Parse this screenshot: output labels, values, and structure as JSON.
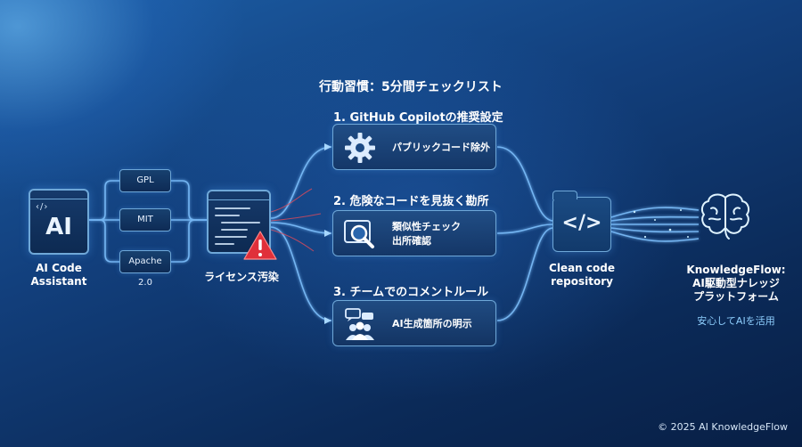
{
  "left": {
    "ai_box_label": "AI",
    "ai_caption_line1": "AI Code",
    "ai_caption_line2": "Assistant",
    "licenses": [
      "GPL",
      "MIT",
      "Apache 2.0"
    ],
    "contamination_label": "ライセンス汚染"
  },
  "checklist": {
    "heading": "行動習慣：5分間チェックリスト",
    "sections": [
      {
        "title": "1. GitHub Copilotの推奨設定",
        "icon": "gear-icon",
        "lines": [
          "パブリックコード除外"
        ]
      },
      {
        "title": "2. 危険なコードを見抜く勘所",
        "icon": "magnifier-icon",
        "lines": [
          "類似性チェック",
          "出所確認"
        ]
      },
      {
        "title": "3. チームでのコメントルール",
        "icon": "team-chat-icon",
        "lines": [
          "AI生成箇所の明示"
        ]
      }
    ]
  },
  "repository": {
    "icon_label": "</>",
    "caption_line1": "Clean code",
    "caption_line2": "repository"
  },
  "platform": {
    "title_line1": "KnowledgeFlow:",
    "title_line2": "AI駆動型ナレッジ",
    "title_line3": "プラットフォーム",
    "subtitle": "安心してAIを活用"
  },
  "footer": {
    "copyright": "© 2025 AI KnowledgeFlow"
  },
  "colors": {
    "line": "#7fc2ff",
    "panel_border": "#6fa8d8",
    "warning": "#e0303a",
    "accent_text": "#8fd0ff"
  }
}
